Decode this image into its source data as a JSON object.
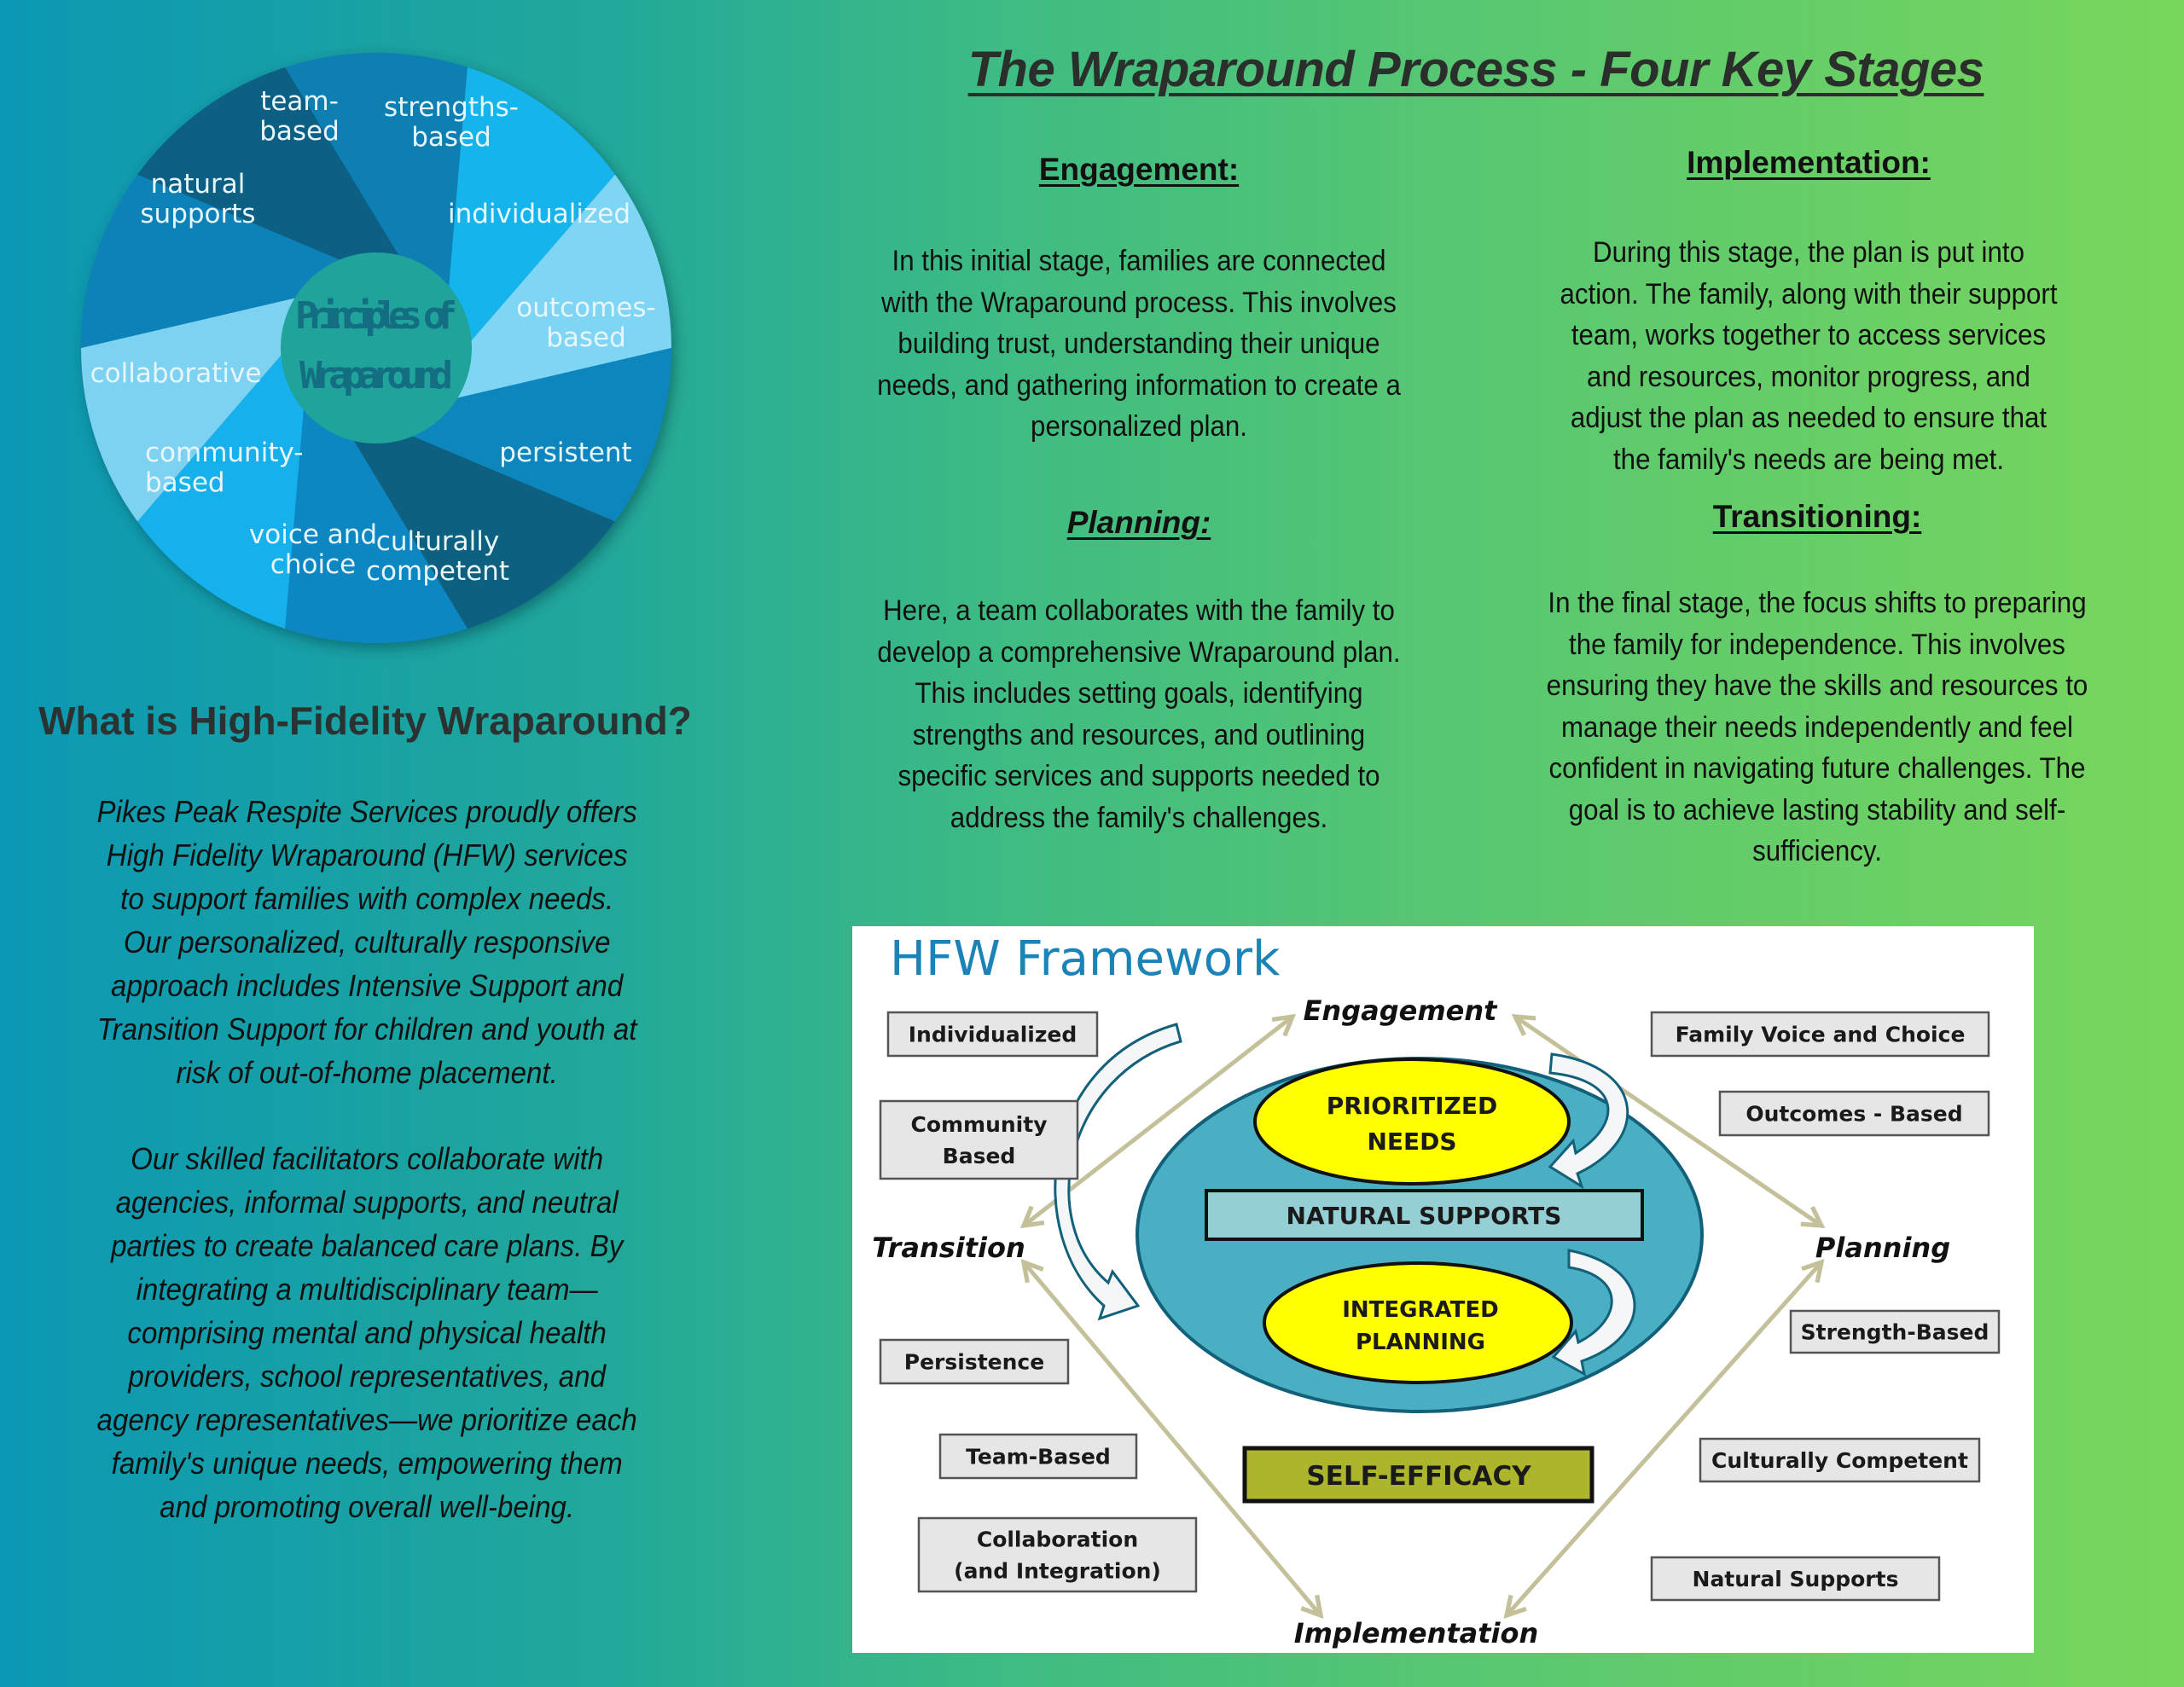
{
  "principles_wheel": {
    "center_title": [
      "Principles of",
      "Wraparound"
    ],
    "slices": [
      {
        "label": [
          "team-",
          "based"
        ],
        "color": "#0a7fb3"
      },
      {
        "label": [
          "strengths-",
          "based"
        ],
        "color": "#14b4ec"
      },
      {
        "label": [
          "individualized"
        ],
        "color": "#7fd5f4"
      },
      {
        "label": [
          "outcomes-",
          "based"
        ],
        "color": "#0a86bd"
      },
      {
        "label": [
          "persistent"
        ],
        "color": "#08607f"
      },
      {
        "label": [
          "culturally",
          "competent"
        ],
        "color": "#0a87c2"
      },
      {
        "label": [
          "voice and",
          "choice"
        ],
        "color": "#13b1ec"
      },
      {
        "label": [
          "community-",
          "based"
        ],
        "color": "#7dd2f1"
      },
      {
        "label": [
          "collaborative"
        ],
        "color": "#0a82b8"
      },
      {
        "label": [
          "natural",
          "supports"
        ],
        "color": "#076083"
      }
    ]
  },
  "main_title": "The Wraparound Process - Four Key Stages",
  "stages": {
    "engagement": {
      "heading": "Engagement:",
      "lines": [
        "In this initial stage, families are connected",
        "with the Wraparound process. This involves",
        "building trust, understanding their unique",
        "needs, and gathering information to create a",
        "personalized plan."
      ]
    },
    "planning": {
      "heading": "Planning:",
      "lines": [
        "Here, a team collaborates with the family to",
        "develop a comprehensive Wraparound plan.",
        "This includes setting goals, identifying",
        "strengths and resources, and outlining",
        "specific services and supports needed to",
        "address the family's challenges."
      ]
    },
    "implementation": {
      "heading": "Implementation:",
      "lines": [
        "During this stage, the plan is put into",
        "action. The family, along with their support",
        "team, works together to access services",
        "and resources, monitor progress, and",
        "adjust the plan as needed to ensure that",
        "the family's needs are being met."
      ]
    },
    "transitioning": {
      "heading": "Transitioning:",
      "lines": [
        "In the final stage, the focus shifts to preparing",
        "the family for independence. This involves",
        "ensuring they have the skills and resources to",
        "manage their needs independently and feel",
        "confident in navigating future challenges. The",
        "goal is to achieve lasting stability and self-",
        "sufficiency."
      ]
    }
  },
  "about": {
    "heading": "What is High-Fidelity Wraparound?",
    "paragraph1": [
      "Pikes Peak Respite Services proudly offers",
      "High Fidelity Wraparound (HFW) services",
      "to support families with complex needs.",
      "Our personalized, culturally responsive",
      "approach includes Intensive Support and",
      "Transition Support for children and youth at",
      "risk of out-of-home placement."
    ],
    "paragraph2": [
      "Our skilled facilitators collaborate with",
      "agencies, informal supports, and neutral",
      "parties to create balanced care plans. By",
      "integrating a multidisciplinary team—",
      "comprising mental and physical health",
      "providers, school representatives, and",
      "agency representatives—we prioritize each",
      "family's unique needs, empowering them",
      "and promoting overall well-being."
    ]
  },
  "framework": {
    "title": "HFW Framework",
    "stages": {
      "top": "Engagement",
      "left": "Transition",
      "right": "Planning",
      "bottom": "Implementation"
    },
    "left_boxes": [
      [
        "Individualized"
      ],
      [
        "Community",
        "Based"
      ],
      [
        "Persistence"
      ],
      [
        "Team-Based"
      ],
      [
        "Collaboration",
        "(and Integration)"
      ]
    ],
    "right_boxes": [
      [
        "Family Voice and Choice"
      ],
      [
        "Outcomes - Based"
      ],
      [
        "Strength-Based"
      ],
      [
        "Culturally Competent"
      ],
      [
        "Natural Supports"
      ]
    ],
    "core": {
      "top_ellipse": [
        "PRIORITIZED",
        "NEEDS"
      ],
      "bar": "NATURAL SUPPORTS",
      "bottom_ellipse": [
        "INTEGRATED",
        "PLANNING"
      ],
      "base": "SELF-EFFICACY"
    },
    "colors": {
      "title": "#1b83b8",
      "outer_ellipse": "#4aafc2",
      "ellipse_fill": "#ffff00",
      "bar": "#94cfd6",
      "base": "#adb52d",
      "arrows": "#c4c19a"
    }
  }
}
